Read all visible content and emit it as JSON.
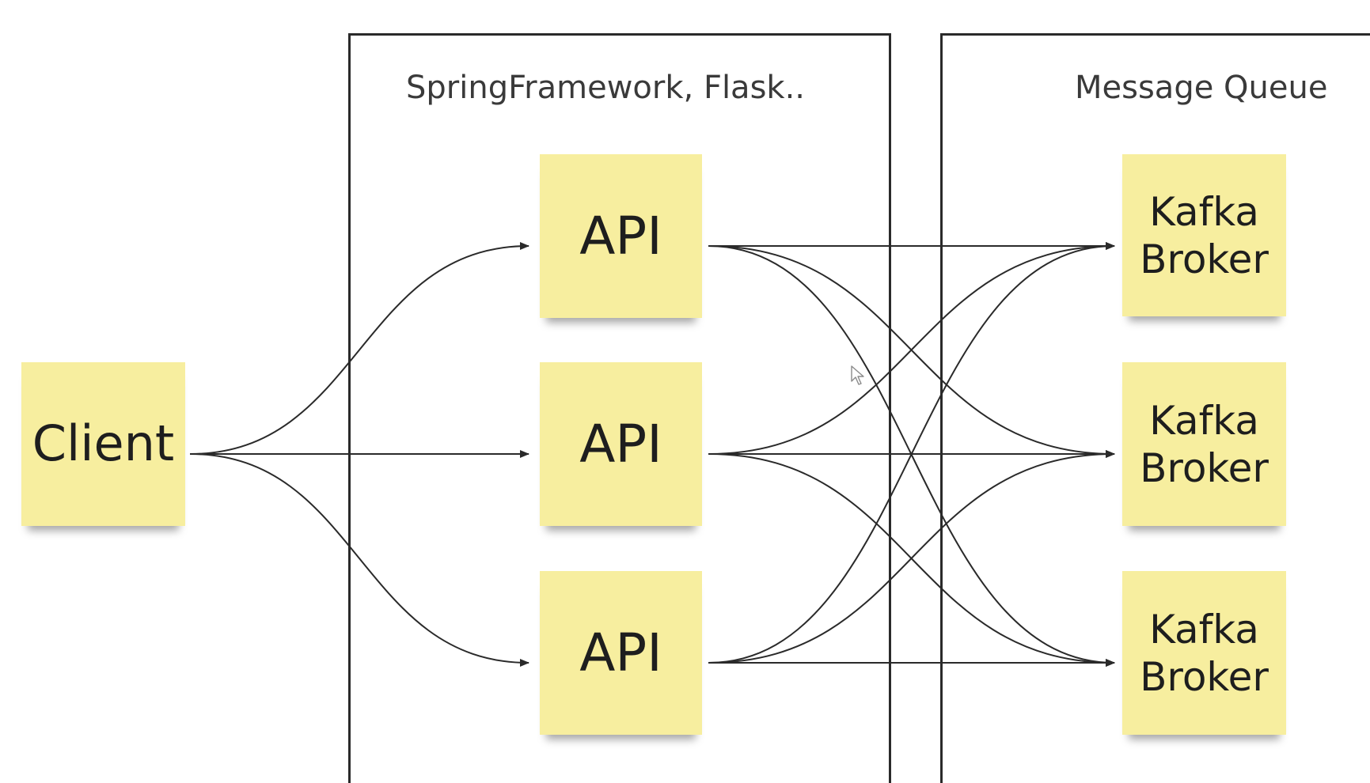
{
  "frames": {
    "framework": {
      "title": "SpringFramework, Flask.."
    },
    "queue": {
      "title": "Message Queue"
    }
  },
  "nodes": {
    "client": {
      "label": "Client"
    },
    "apis": [
      {
        "label": "API"
      },
      {
        "label": "API"
      },
      {
        "label": "API"
      }
    ],
    "brokers": [
      {
        "label": "Kafka\nBroker"
      },
      {
        "label": "Kafka\nBroker"
      },
      {
        "label": "Kafka\nBroker"
      }
    ]
  },
  "edges": {
    "client_to_api": [
      "api-1",
      "api-2",
      "api-3"
    ],
    "api_to_broker": "all-to-all"
  },
  "colors": {
    "sticky": "#f7ee9f",
    "line": "#2a2a2a",
    "frame": "#2a2a2a"
  },
  "icons": [
    "mouse-pointer-icon"
  ]
}
